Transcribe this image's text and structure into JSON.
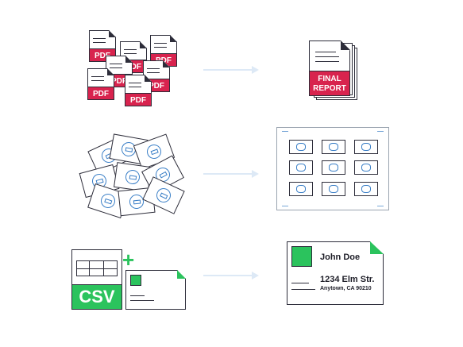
{
  "pdf_label": "PDF",
  "final_report": {
    "line1": "FINAL",
    "line2": "REPORT"
  },
  "csv_label": "CSV",
  "plus_sign": "+",
  "address": {
    "name": "John Doe",
    "street": "1234 Elm Str.",
    "city": "Anytown, CA 90210"
  },
  "colors": {
    "pdf_red": "#d8234e",
    "csv_green": "#2bc35d",
    "seal_blue": "#3a7fc7",
    "arrow": "#dde9f6",
    "ink": "#2d2d3a"
  }
}
